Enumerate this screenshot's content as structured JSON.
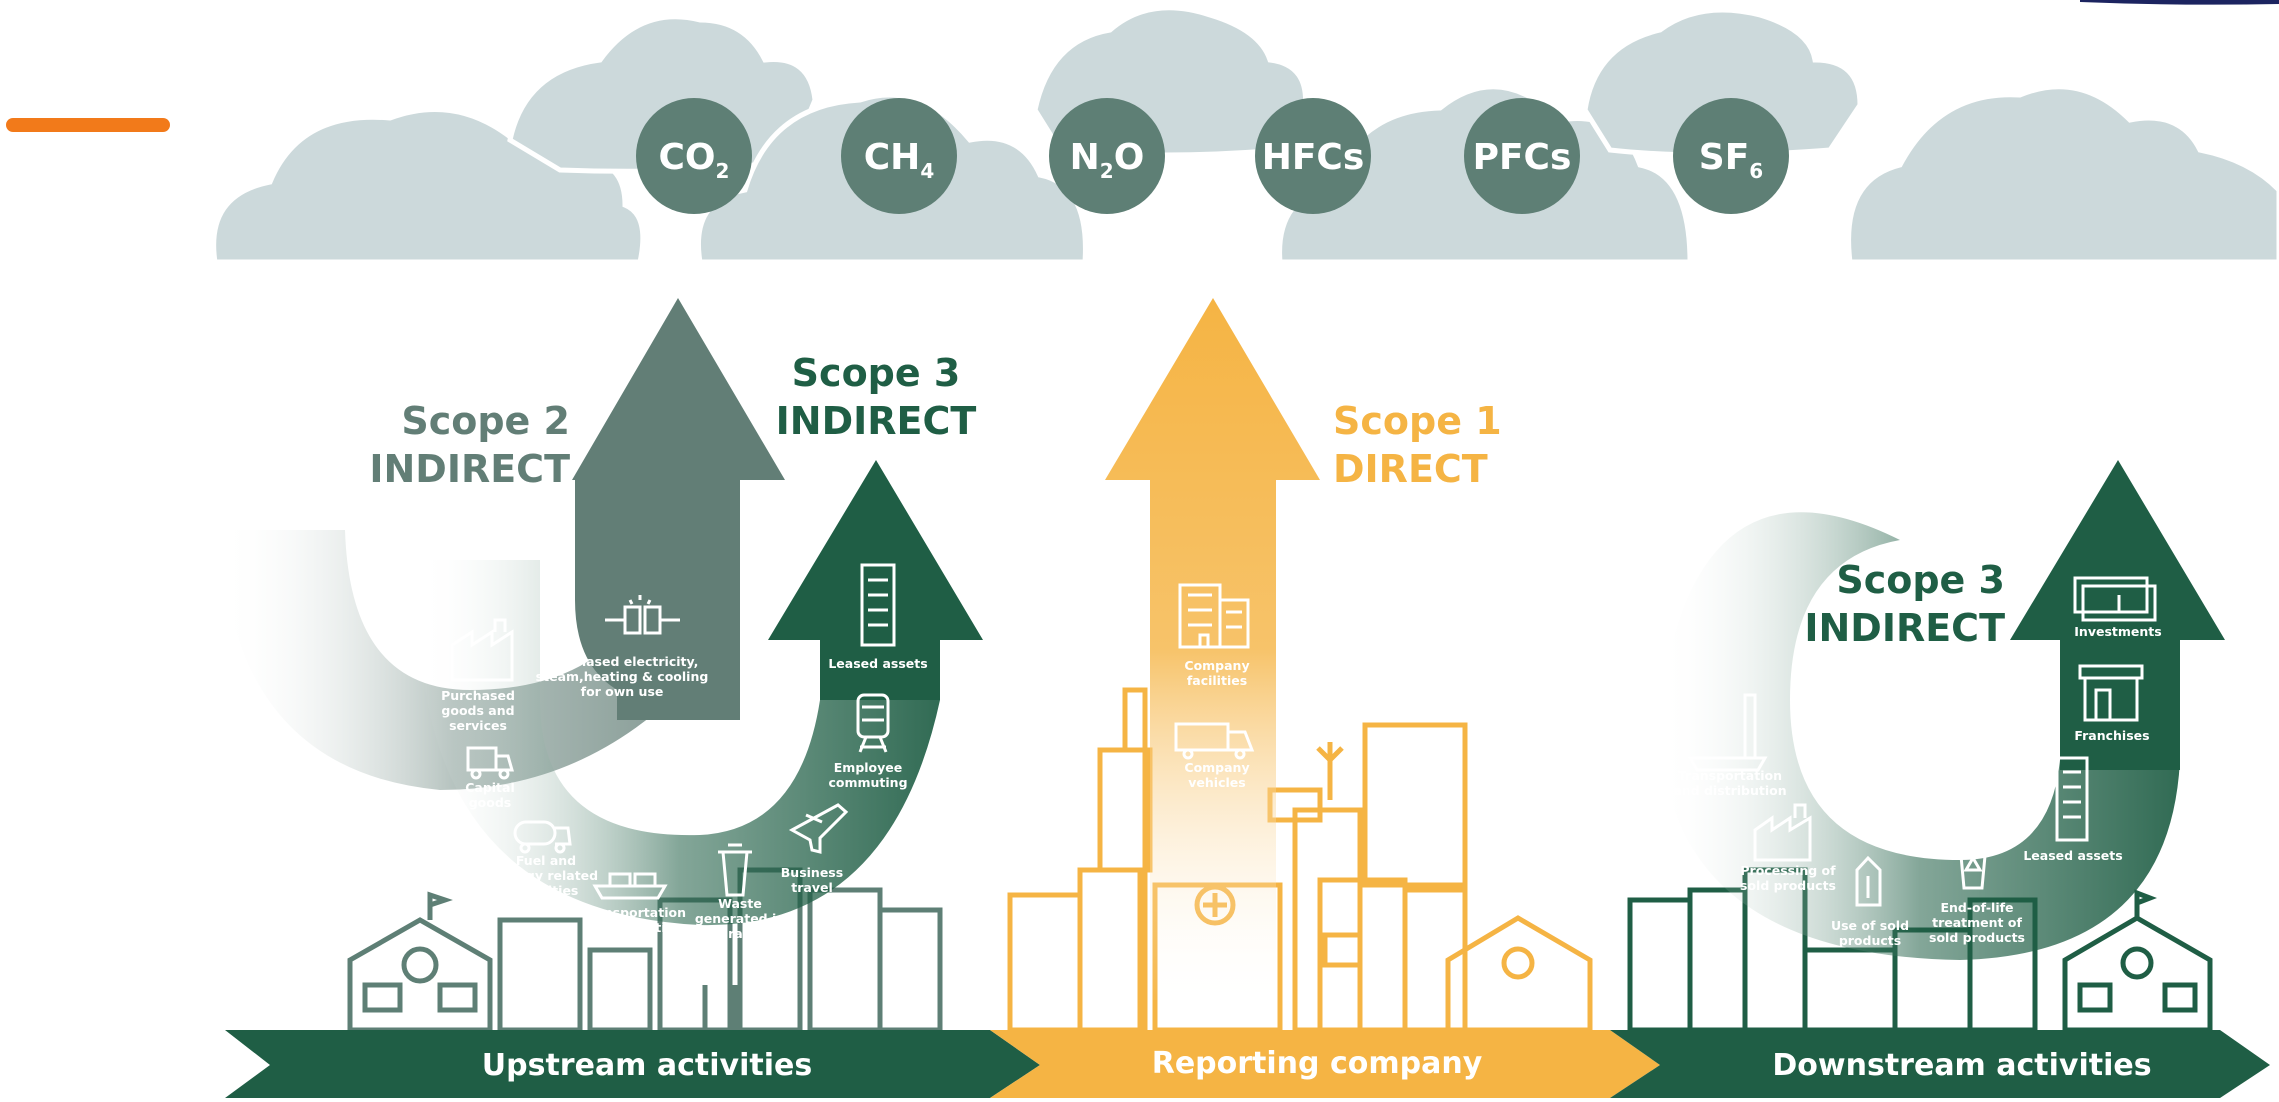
{
  "gases": [
    {
      "base": "CO",
      "sub": "2"
    },
    {
      "base": "CH",
      "sub": "4"
    },
    {
      "base": "N",
      "sub": "2",
      "tail": "O"
    },
    {
      "base": "HFCs"
    },
    {
      "base": "PFCs"
    },
    {
      "base": "SF",
      "sub": "6"
    }
  ],
  "scope2": {
    "line1": "Scope 2",
    "line2": "INDIRECT"
  },
  "scope3_upstream": {
    "line1": "Scope 3",
    "line2": "INDIRECT"
  },
  "scope1": {
    "line1": "Scope 1",
    "line2": "DIRECT"
  },
  "scope3_downstream": {
    "line1": "Scope 3",
    "line2": "INDIRECT"
  },
  "upstream_items": {
    "purchased_goods": [
      "Purchased",
      "goods and",
      "services"
    ],
    "purchased_electricity": [
      "Purchased electricity,",
      "steam,heating & cooling",
      "for own use"
    ],
    "leased_assets": [
      "Leased assets"
    ],
    "capital_goods": [
      "Capital",
      "goods"
    ],
    "fuel_energy": [
      "Fuel and",
      "energy related",
      "activities"
    ],
    "employee_commuting": [
      "Employee",
      "commuting"
    ],
    "transportation": [
      "Transportation",
      "& distribution"
    ],
    "waste": [
      "Waste",
      "generated in",
      "operations"
    ],
    "business_travel": [
      "Business",
      "travel"
    ]
  },
  "company_items": {
    "facilities": [
      "Company",
      "facilities"
    ],
    "vehicles": [
      "Company",
      "vehicles"
    ]
  },
  "downstream_items": {
    "investments": [
      "Investments"
    ],
    "franchises": [
      "Franchises"
    ],
    "transportation": [
      "Transportation",
      "and distribution"
    ],
    "processing": [
      "Processing of",
      "sold products"
    ],
    "leased_assets": [
      "Leased assets"
    ],
    "use_of_sold": [
      "Use of sold",
      "products"
    ],
    "end_of_life": [
      "End-of-life",
      "treatment of",
      "sold products"
    ]
  },
  "banners": {
    "upstream": "Upstream activities",
    "reporting": "Reporting company",
    "downstream": "Downstream activities"
  },
  "colors": {
    "cloud": "#ccd9db",
    "gas_circle": "#5e7f75",
    "scope2": "#627e76",
    "scope3": "#1f5e45",
    "scope1": "#f5b444",
    "accent": "#f27a1a"
  }
}
